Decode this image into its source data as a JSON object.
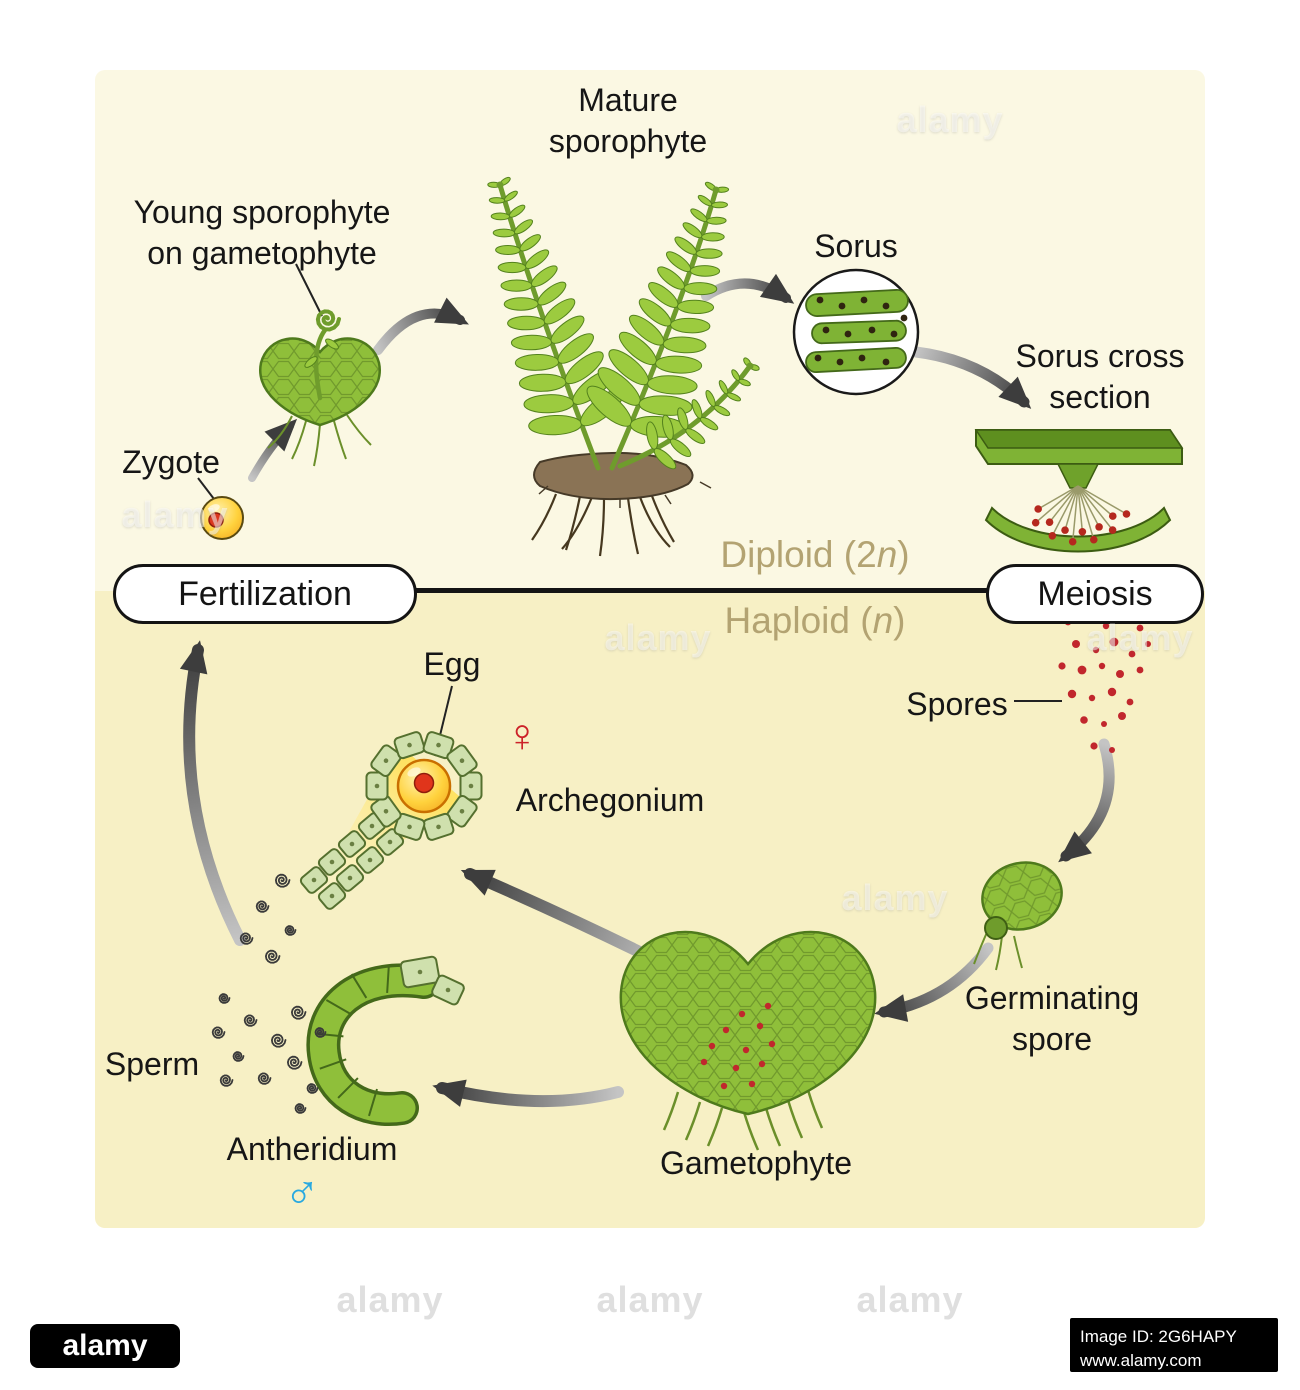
{
  "labels": {
    "mature_sporophyte": "Mature\nsporophyte",
    "young_sporophyte": "Young sporophyte\non gametophyte",
    "zygote": "Zygote",
    "sorus": "Sorus",
    "sorus_cross_section": "Sorus cross\nsection",
    "spores": "Spores",
    "egg": "Egg",
    "archegonium": "Archegonium",
    "sperm": "Sperm",
    "antheridium": "Antheridium",
    "gametophyte": "Gametophyte",
    "germinating_spore": "Germinating\nspore"
  },
  "cycle": {
    "fertilization": "Fertilization",
    "meiosis": "Meiosis"
  },
  "ploidy": {
    "diploid_pre": "Diploid (2",
    "haploid_pre": "Haploid (",
    "n": "n",
    "close": ")"
  },
  "symbols": {
    "female": "♀",
    "male": "♂"
  },
  "colors": {
    "diploid_bg": "#FBF8E3",
    "haploid_bg": "#F7F0C5",
    "fern_green": "#8FBF3A",
    "leaf_green": "#9CCB3F",
    "spore_red": "#C1272D",
    "female_red": "#CC2229",
    "male_blue": "#29A9E0",
    "ploidy_tan": "#B3A372"
  },
  "watermark": {
    "text": "alamy",
    "brand": "alamy",
    "image_id": "Image ID: 2G6HAPY",
    "url": "www.alamy.com"
  }
}
